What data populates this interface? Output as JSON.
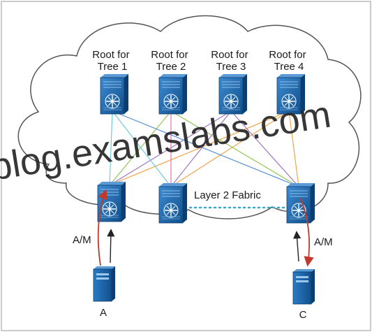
{
  "watermark": "blog.examslabs.com",
  "roots": [
    {
      "line1": "Root for",
      "line2": "Tree 1"
    },
    {
      "line1": "Root for",
      "line2": "Tree 2"
    },
    {
      "line1": "Root for",
      "line2": "Tree 3"
    },
    {
      "line1": "Root for",
      "line2": "Tree 4"
    }
  ],
  "fabric_label": "Layer 2 Fabric",
  "left_link_label": "A/M",
  "right_link_label": "A/M",
  "host_a_label": "A",
  "host_c_label": "C",
  "colors": {
    "switch_fill": "#1d6fb8",
    "switch_dark": "#0e4f8c",
    "server_fill": "#1f6eb5",
    "cloud_stroke": "#444444",
    "fabric_dots": "#3aa8c8",
    "flow_red": "#c0392b",
    "flow_black": "#222222",
    "link_colors": [
      "#6ac8d8",
      "#8bc34a",
      "#9b6fc0",
      "#f0a040",
      "#e86bb0",
      "#4a86d8"
    ]
  },
  "icons": {
    "spine_switch": "multilayer-switch-icon",
    "leaf_switch": "multilayer-switch-icon",
    "host": "server-icon"
  }
}
